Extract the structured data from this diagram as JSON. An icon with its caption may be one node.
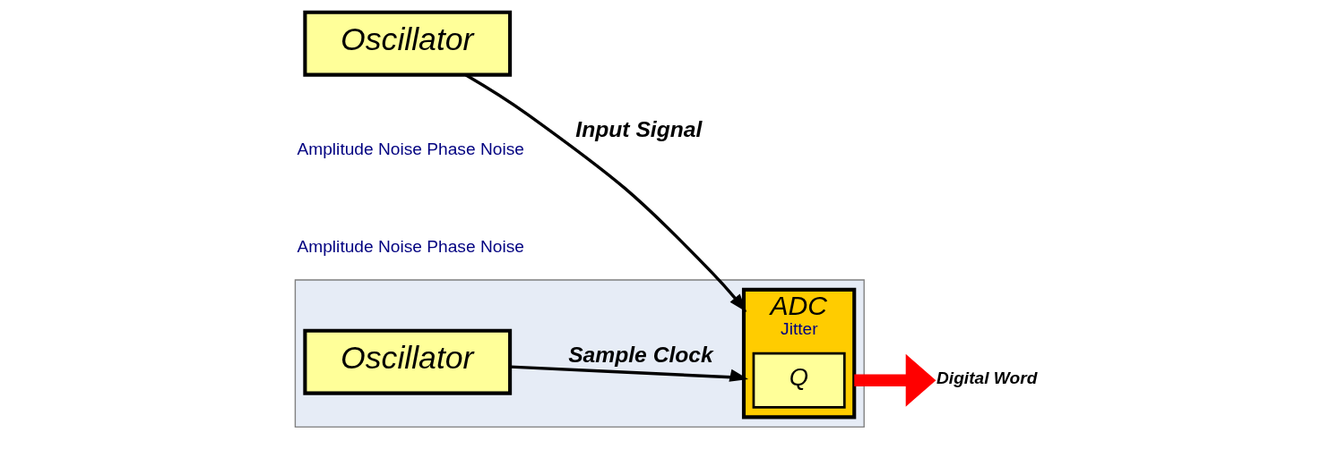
{
  "diagram": {
    "nodes": [
      {
        "text": [
          "Oscillator"
        ]
      },
      {
        "text": [],
        "shape": "box"
      },
      {
        "text": [
          "ADC",
          "Jitter"
        ],
        "in": 1
      },
      {
        "text": [
          "Q"
        ],
        "in": 2
      },
      {
        "text": [
          "Oscillator"
        ],
        "in": 1
      },
      {
        "text": [
          "Digital Word"
        ]
      }
    ],
    "edges": [
      {
        "from": 0,
        "to": 2,
        "arrow": "to",
        "label": "Input Signal"
      },
      {
        "from": 4,
        "to": 2,
        "arrow": "to",
        "label": "Sample Clock"
      },
      {
        "from": 2,
        "to": 5,
        "arrow": "to",
        "style": "thick",
        "color": "#ff0000"
      }
    ],
    "labels": [
      "Amplitude Noise Phase Noise",
      "Amplitude Noise Phase Noise"
    ]
  }
}
